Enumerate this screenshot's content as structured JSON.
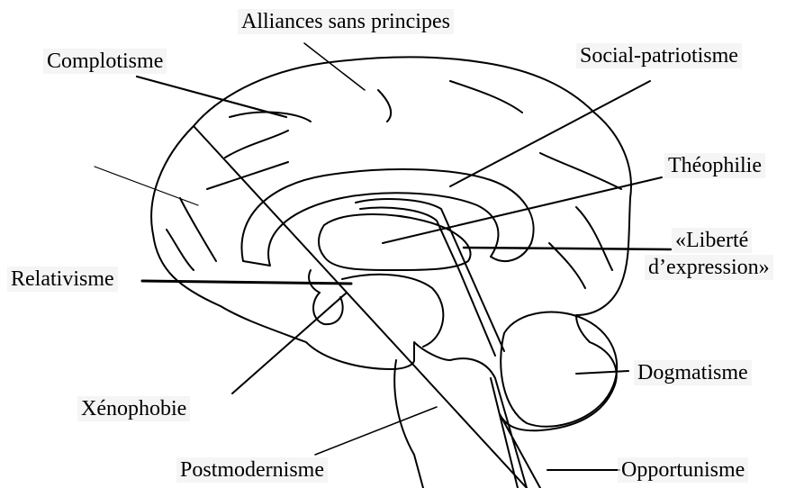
{
  "diagram": {
    "labels": {
      "alliances": "Alliances sans principes",
      "complotisme": "Complotisme",
      "social_patriotisme": "Social-patriotisme",
      "theophilie": "Théophilie",
      "liberte_line1": "«Liberté",
      "liberte_line2": "d’expression»",
      "relativisme": "Relativisme",
      "xenophobie": "Xénophobie",
      "dogmatisme": "Dogmatisme",
      "postmodernisme": "Postmodernisme",
      "opportunisme": "Opportunisme"
    }
  }
}
